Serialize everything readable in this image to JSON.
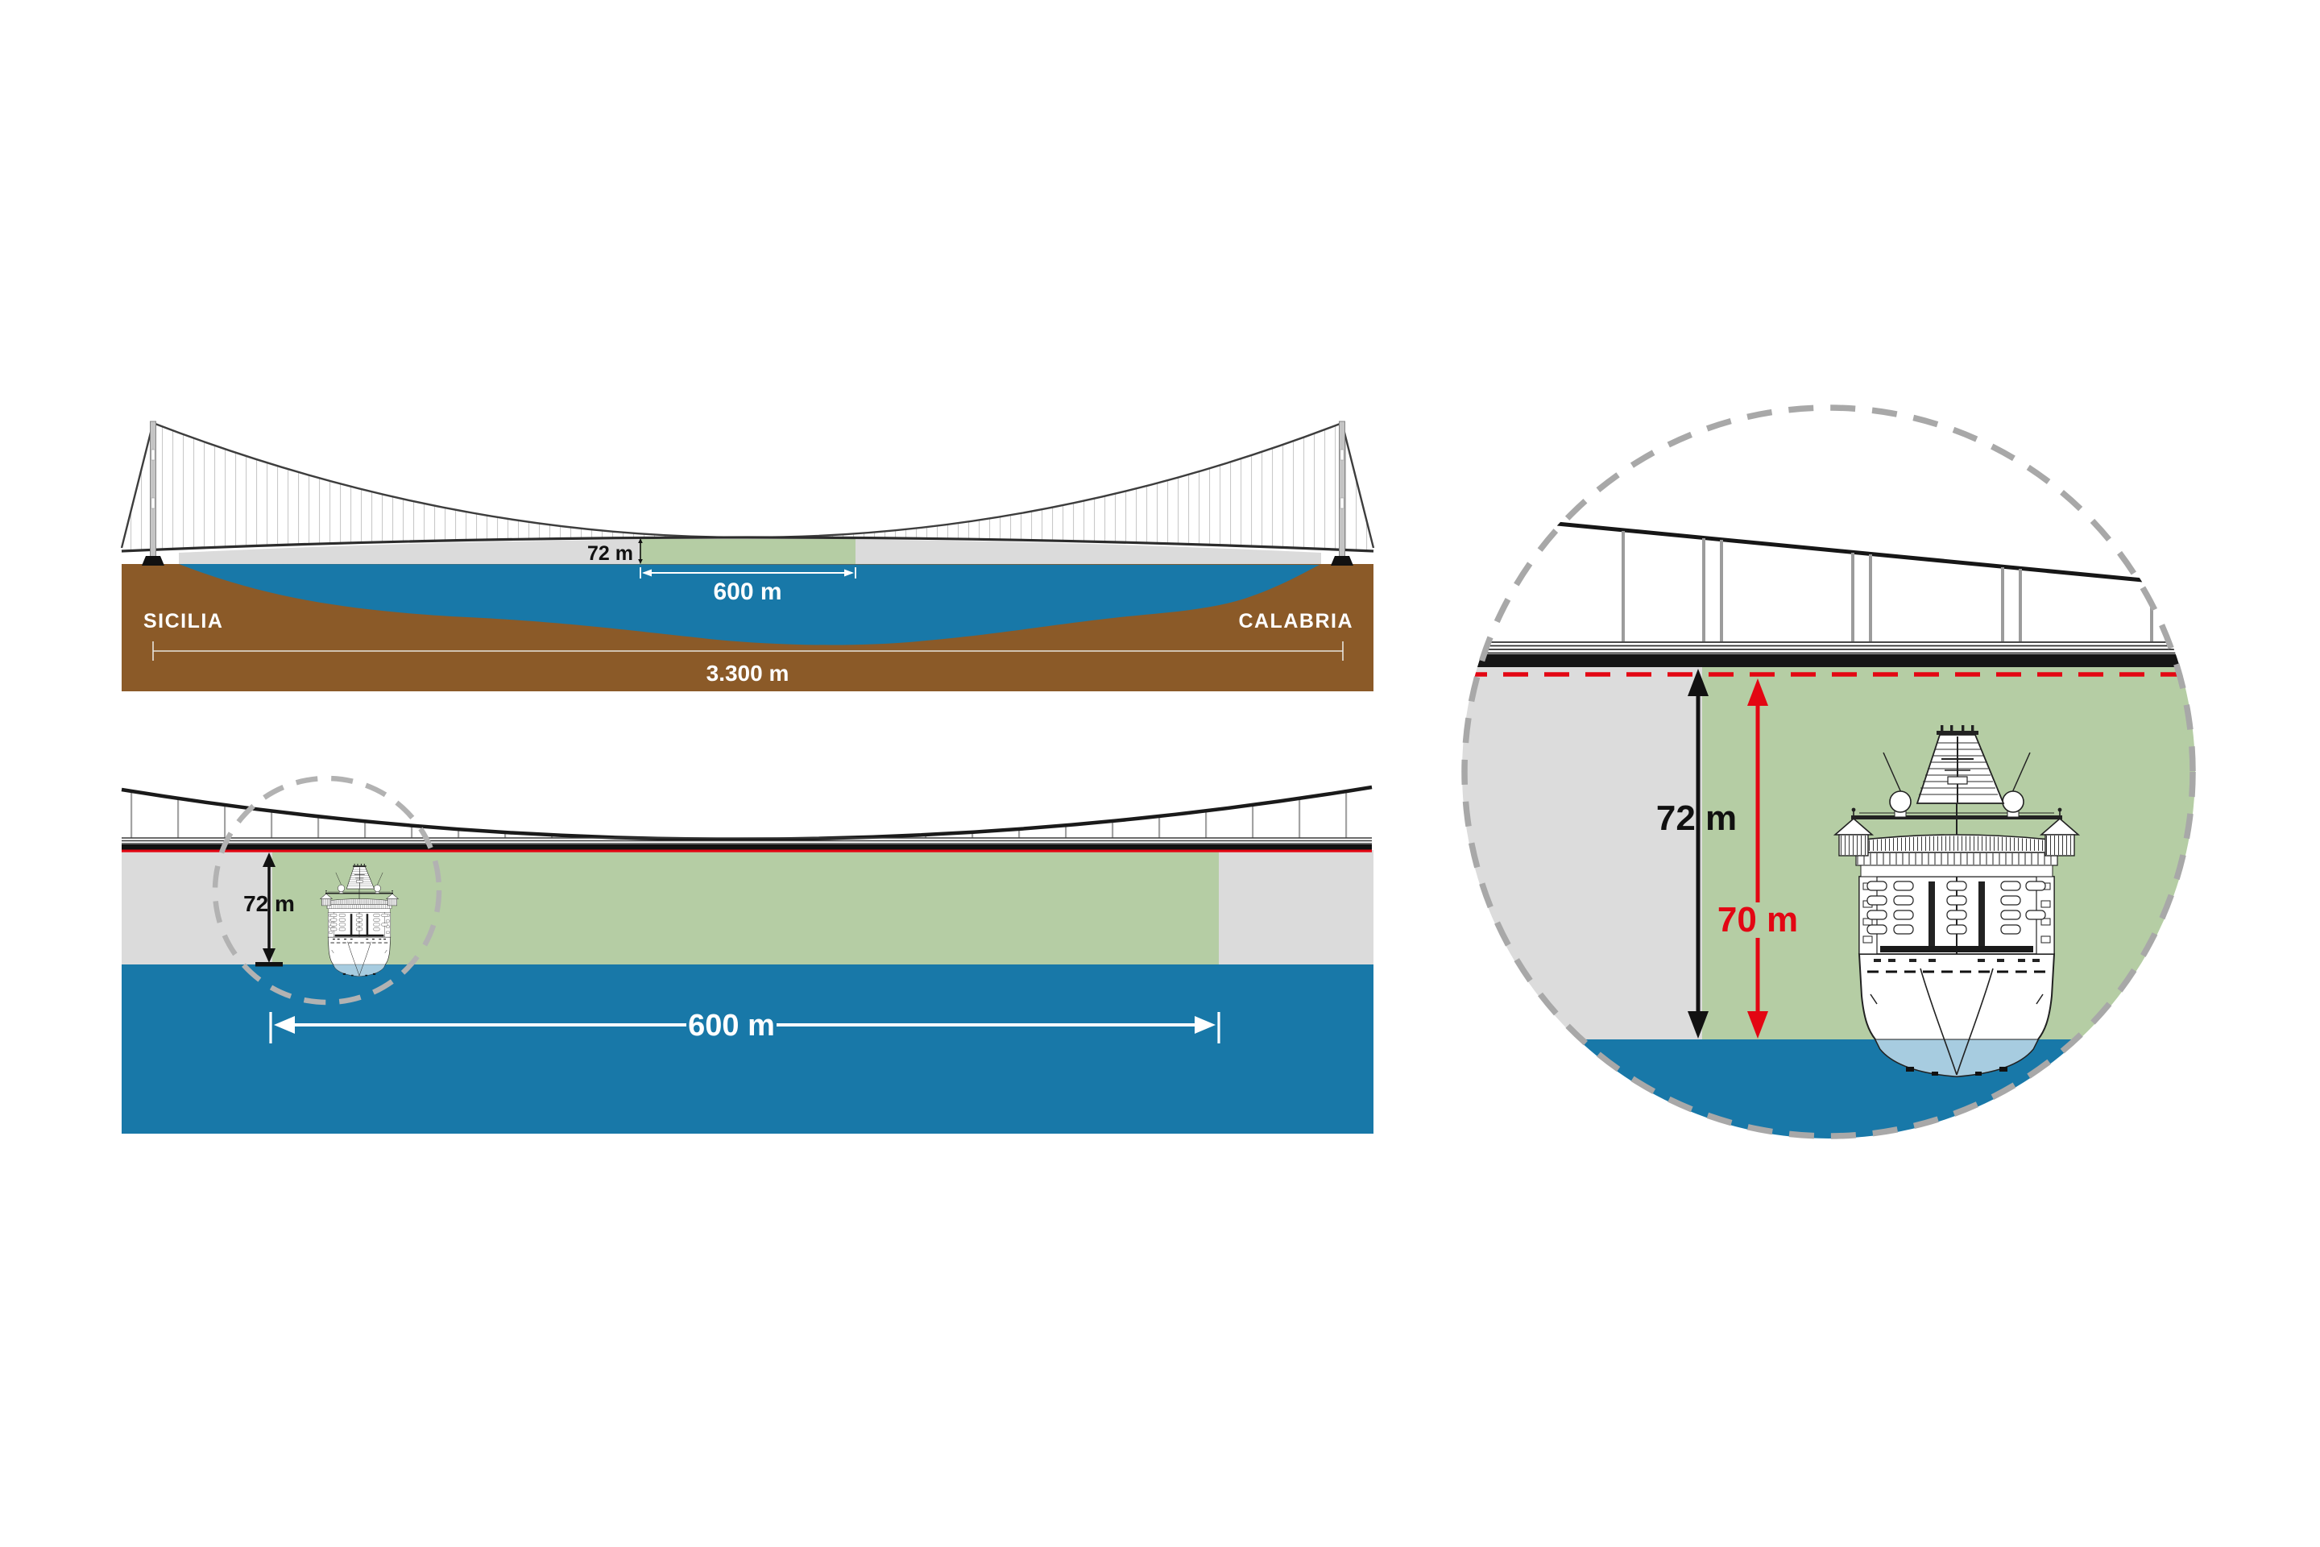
{
  "title": "Messina Strait bridge clearance infographic",
  "colors": {
    "sea_blue": "#1878a8",
    "land_brown": "#8b5a28",
    "clearance_green": "#b5cda4",
    "deck_gray": "#dbdbdb",
    "alert_red": "#e30613",
    "structure_black": "#161616",
    "dashed_circle_gray": "#a8a8a8",
    "hull_underwater_blue": "#a7cce0"
  },
  "top_profile": {
    "region_left": "SICILIA",
    "region_right": "CALABRIA",
    "clearance_height": "72 m",
    "channel_width": "600 m",
    "total_span": "3.300 m"
  },
  "deck_view": {
    "clearance_height": "72 m",
    "channel_width": "600 m"
  },
  "detail_circle": {
    "clearance_height": "72 m",
    "ship_air_draft": "70 m"
  }
}
